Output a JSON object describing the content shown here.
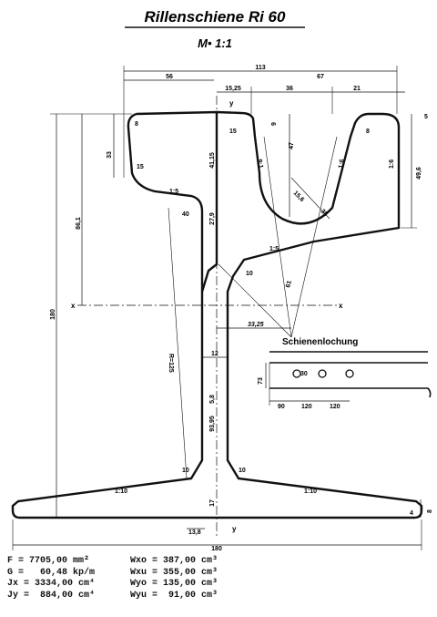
{
  "title": "Rillenschiene Ri 60",
  "scale": "M• 1:1",
  "top_dims": {
    "total": "113",
    "left": "56",
    "head_gap": "15,25",
    "groove": "36",
    "right": "67",
    "lip": "21"
  },
  "vertical_dims": {
    "overall_height": "180",
    "neutral_axis": "86,1",
    "head_depth": "33",
    "web_head": "41,15",
    "web_mid": "27,9",
    "web_foot": "93,95",
    "foot_thick": "17",
    "groove_depth": "47",
    "groove_top": "9",
    "right_top": "5",
    "right_side": "49,6",
    "foot_edge": "8",
    "web_small": "5,8"
  },
  "radius_labels": [
    "8",
    "15",
    "15",
    "40",
    "10",
    "10",
    "10",
    "1:5",
    "1:5",
    "1:10",
    "1:10",
    "9:1",
    "1:6",
    "1:6",
    "15,6",
    "38",
    "8",
    "R=125",
    "61",
    "4"
  ],
  "misc_dims": {
    "web_width": "12",
    "axis_offset": "33,25",
    "foot_detail": "13,8",
    "bottom_width": "180"
  },
  "axes": {
    "x_left": "x",
    "x_right": "x",
    "y_top": "y",
    "y_bottom": "y"
  },
  "lochung": {
    "title": "Schienenlochung",
    "height": "73",
    "first": "30",
    "spacing_a": "90",
    "spacing_b": "120",
    "spacing_c": "120"
  },
  "properties": {
    "left": [
      {
        "label": "F =",
        "value": "7705,00 mm²"
      },
      {
        "label": "G =",
        "value": "  60,48 kp/m"
      },
      {
        "label": "Jx =",
        "value": "3334,00 cm⁴"
      },
      {
        "label": "Jy =",
        "value": " 884,00 cm⁴"
      }
    ],
    "right": [
      {
        "label": "Wxo =",
        "value": "387,00 cm³"
      },
      {
        "label": "Wxu =",
        "value": "355,00 cm³"
      },
      {
        "label": "Wyo =",
        "value": "135,00 cm³"
      },
      {
        "label": "Wyu =",
        "value": " 91,00 cm³"
      }
    ]
  }
}
